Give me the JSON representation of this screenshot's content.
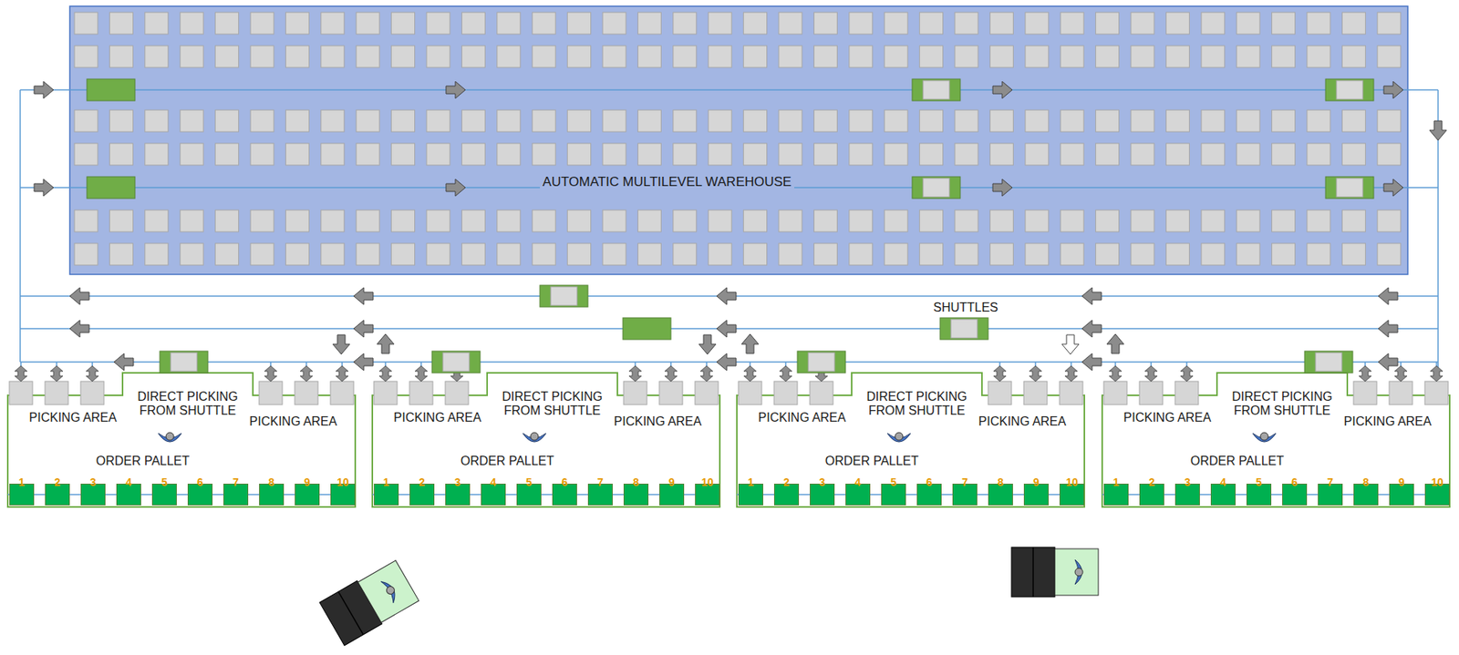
{
  "diagram": {
    "nodes": [
      {
        "text": [
          "AUTOMATIC MULTILEVEL WAREHOUSE"
        ]
      },
      {
        "text": [
          "PICKING AREA",
          "DIRECT PICKING FROM SHUTTLE",
          "PICKING AREA",
          "ORDER PALLET"
        ]
      },
      {
        "text": [
          "1"
        ],
        "in": 1
      },
      {
        "text": [
          "2"
        ],
        "in": 1
      },
      {
        "text": [
          "3"
        ],
        "in": 1
      },
      {
        "text": [
          "4"
        ],
        "in": 1
      },
      {
        "text": [
          "5"
        ],
        "in": 1
      },
      {
        "text": [
          "6"
        ],
        "in": 1
      },
      {
        "text": [
          "7"
        ],
        "in": 1
      },
      {
        "text": [
          "8"
        ],
        "in": 1
      },
      {
        "text": [
          "9"
        ],
        "in": 1
      },
      {
        "text": [
          "10"
        ],
        "in": 1
      },
      {
        "text": [
          "PICKING AREA",
          "DIRECT PICKING FROM SHUTTLE",
          "PICKING AREA",
          "ORDER PALLET"
        ]
      },
      {
        "text": [
          "1"
        ],
        "in": 12
      },
      {
        "text": [
          "2"
        ],
        "in": 12
      },
      {
        "text": [
          "3"
        ],
        "in": 12
      },
      {
        "text": [
          "4"
        ],
        "in": 12
      },
      {
        "text": [
          "5"
        ],
        "in": 12
      },
      {
        "text": [
          "6"
        ],
        "in": 12
      },
      {
        "text": [
          "7"
        ],
        "in": 12
      },
      {
        "text": [
          "8"
        ],
        "in": 12
      },
      {
        "text": [
          "9"
        ],
        "in": 12
      },
      {
        "text": [
          "10"
        ],
        "in": 12
      },
      {
        "text": [
          "PICKING AREA",
          "DIRECT PICKING FROM SHUTTLE",
          "PICKING AREA",
          "ORDER PALLET"
        ]
      },
      {
        "text": [
          "1"
        ],
        "in": 23
      },
      {
        "text": [
          "2"
        ],
        "in": 23
      },
      {
        "text": [
          "3"
        ],
        "in": 23
      },
      {
        "text": [
          "4"
        ],
        "in": 23
      },
      {
        "text": [
          "5"
        ],
        "in": 23
      },
      {
        "text": [
          "6"
        ],
        "in": 23
      },
      {
        "text": [
          "7"
        ],
        "in": 23
      },
      {
        "text": [
          "8"
        ],
        "in": 23
      },
      {
        "text": [
          "9"
        ],
        "in": 23
      },
      {
        "text": [
          "10"
        ],
        "in": 23
      },
      {
        "text": [
          "PICKING AREA",
          "DIRECT PICKING FROM SHUTTLE",
          "PICKING AREA",
          "ORDER PALLET"
        ]
      },
      {
        "text": [
          "1"
        ],
        "in": 34
      },
      {
        "text": [
          "2"
        ],
        "in": 34
      },
      {
        "text": [
          "3"
        ],
        "in": 34
      },
      {
        "text": [
          "4"
        ],
        "in": 34
      },
      {
        "text": [
          "5"
        ],
        "in": 34
      },
      {
        "text": [
          "6"
        ],
        "in": 34
      },
      {
        "text": [
          "7"
        ],
        "in": 34
      },
      {
        "text": [
          "8"
        ],
        "in": 34
      },
      {
        "text": [
          "9"
        ],
        "in": 34
      },
      {
        "text": [
          "10"
        ],
        "in": 34
      }
    ],
    "labels": [
      "SHUTTLES"
    ]
  }
}
